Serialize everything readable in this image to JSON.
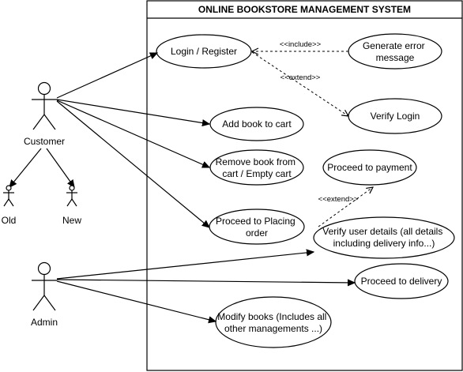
{
  "system": {
    "title": "ONLINE BOOKSTORE MANAGEMENT SYSTEM"
  },
  "actors": {
    "customer": "Customer",
    "old": "Old",
    "new": "New",
    "admin": "Admin"
  },
  "use_cases": {
    "login": [
      "Login / Register"
    ],
    "error": [
      "Generate error",
      "message"
    ],
    "verify_login": [
      "Verify Login"
    ],
    "add_book": [
      "Add book to cart"
    ],
    "remove_book": [
      "Remove book from",
      "cart / Empty cart"
    ],
    "proceed_payment": [
      "Proceed to payment"
    ],
    "placing_order": [
      "Proceed to Placing",
      "order"
    ],
    "verify_user": [
      "Verify user details (all details",
      "including delivery info...)"
    ],
    "delivery": [
      "Proceed to delivery"
    ],
    "modify_books": [
      "Modify books (Includes all",
      "other managements ...)"
    ]
  },
  "relations": {
    "include": "<<include>>",
    "extend_login": "<<extend>>",
    "extend_order": "<<extend>>"
  }
}
